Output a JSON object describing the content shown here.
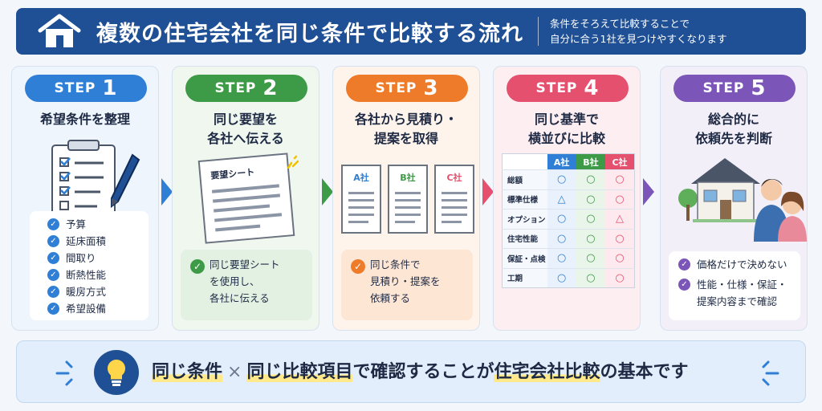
{
  "header": {
    "title": "複数の住宅会社を同じ条件で比較する流れ",
    "subtitle_line1": "条件をそろえて比較することで",
    "subtitle_line2": "自分に合う1社を見つけやすくなります"
  },
  "steps": [
    {
      "step_label": "STEP",
      "step_num": "1",
      "color": "#2f7fd6",
      "title_lines": [
        "希望条件を整理"
      ],
      "items": [
        "予算",
        "延床面積",
        "間取り",
        "断熱性能",
        "暖房方式",
        "希望設備"
      ]
    },
    {
      "step_label": "STEP",
      "step_num": "2",
      "color": "#3d9a46",
      "title_lines": [
        "同じ要望を",
        "各社へ伝える"
      ],
      "sheet_label": "要望シート",
      "note_lines": [
        "同じ要望シート",
        "を使用し、",
        "各社に伝える"
      ]
    },
    {
      "step_label": "STEP",
      "step_num": "3",
      "color": "#ee7b2a",
      "title_lines": [
        "各社から見積り・",
        "提案を取得"
      ],
      "doc_labels": [
        "A社",
        "B社",
        "C社"
      ],
      "note_lines": [
        "同じ条件で",
        "見積り・提案を",
        "依頼する"
      ]
    },
    {
      "step_label": "STEP",
      "step_num": "4",
      "color": "#e4506d",
      "title_lines": [
        "同じ基準で",
        "横並びに比較"
      ],
      "table": {
        "columns": [
          "A社",
          "B社",
          "C社"
        ],
        "column_colors": [
          "#2f7fd6",
          "#3d9a46",
          "#e4506d"
        ],
        "rows": [
          {
            "label": "総額",
            "marks": [
              "○",
              "○",
              "○"
            ]
          },
          {
            "label": "標準仕様",
            "marks": [
              "△",
              "○",
              "○"
            ]
          },
          {
            "label": "オプション",
            "marks": [
              "○",
              "○",
              "△"
            ]
          },
          {
            "label": "住宅性能",
            "marks": [
              "○",
              "○",
              "○"
            ]
          },
          {
            "label": "保証・点検",
            "marks": [
              "○",
              "○",
              "○"
            ]
          },
          {
            "label": "工期",
            "marks": [
              "○",
              "○",
              "○"
            ]
          }
        ]
      }
    },
    {
      "step_label": "STEP",
      "step_num": "5",
      "color": "#7b55b8",
      "title_lines": [
        "総合的に",
        "依頼先を判断"
      ],
      "items": [
        "価格だけで決めない",
        "性能・仕様・保証・",
        "提案内容まで確認"
      ]
    }
  ],
  "bottom": {
    "part1": "同じ条件",
    "times": "×",
    "part2": "同じ比較項目",
    "part3": "で確認することが",
    "part4": "住宅会社比較",
    "part5": "の基本です"
  },
  "icons": [
    "home-icon",
    "checklist-icon",
    "pen-icon",
    "document-icon",
    "lightbulb-icon",
    "house-icon",
    "people-icon",
    "check-icon"
  ]
}
